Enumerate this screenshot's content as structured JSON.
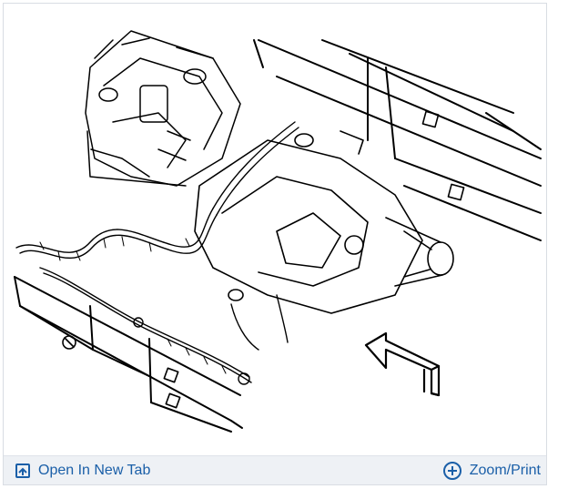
{
  "toolbar": {
    "open_new_tab_label": "Open In New Tab",
    "zoom_print_label": "Zoom/Print",
    "open_icon": "open-in-new-tab-icon",
    "zoom_icon": "circle-plus-icon",
    "link_color": "#1a5fa8",
    "bar_color": "#eef1f5"
  },
  "figure": {
    "icon": "transfer-case-wiring-line-drawing"
  }
}
